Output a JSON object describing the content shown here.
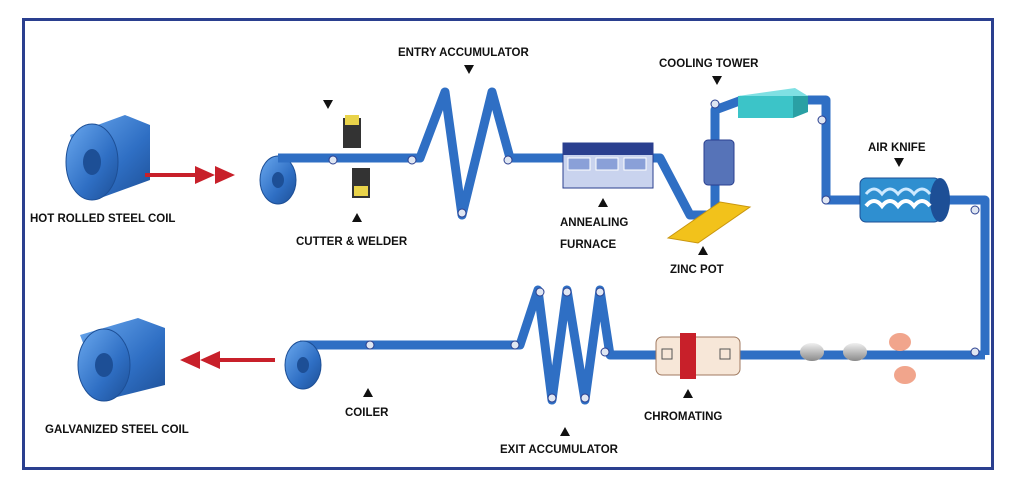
{
  "labels": {
    "hot_rolled_coil": "HOT ROLLED STEEL COIL",
    "cutter_welder": "CUTTER & WELDER",
    "entry_accumulator": "ENTRY ACCUMULATOR",
    "annealing_line1": "ANNEALING",
    "annealing_line2": "FURNACE",
    "zinc_pot": "ZINC POT",
    "cooling_tower": "COOLING TOWER",
    "air_knife": "AIR KNIFE",
    "chromating": "CHROMATING",
    "exit_accumulator": "EXIT ACCUMULATOR",
    "coiler": "COILER",
    "galvanized_coil": "GALVANIZED STEEL COIL"
  },
  "colors": {
    "frame": "#2a3f8f",
    "strip": "#2f6fc4",
    "coil": "#3a7fd0",
    "arrow": "#c8202a",
    "cooling_tower": "#3cc4c8",
    "zinc_pot": "#f2c21b",
    "furnace": "#8aa0d8"
  },
  "icons": {
    "pointer": "triangle-pointer-icon",
    "roller": "roller-icon"
  }
}
